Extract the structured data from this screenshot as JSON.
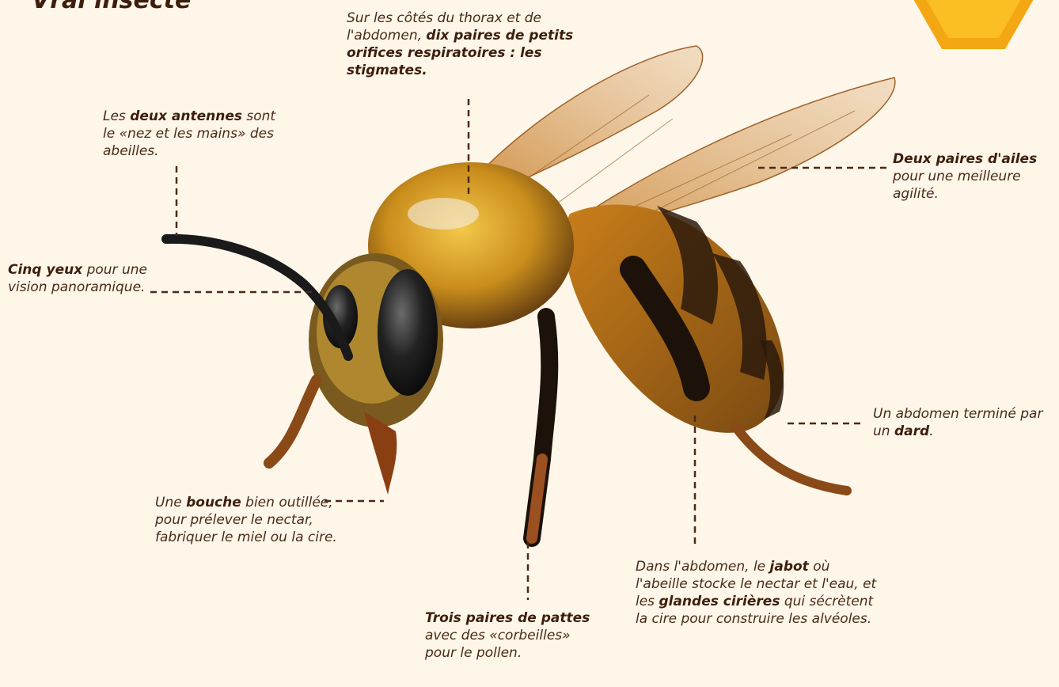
{
  "page": {
    "title_fragment": "Vrai insecte"
  },
  "colors": {
    "background": "#fdf6e9",
    "text": "#4a2a17",
    "leader": "#4a2a17",
    "hexagon": "#f3a712",
    "hexagon_inner": "#fbbf24"
  },
  "annotations": {
    "stigmates": {
      "pre": "Sur les côtés du thorax et de l'abdomen, ",
      "bold": "dix paires de petits orifices respiratoires : les stigmates.",
      "post": ""
    },
    "antennes": {
      "pre": "Les ",
      "bold": "deux antennes",
      "post": " sont le «nez et les mains» des abeilles."
    },
    "ailes": {
      "pre": "",
      "bold": "Deux paires d'ailes",
      "post": " pour une meilleure agilité."
    },
    "yeux": {
      "pre": "",
      "bold": "Cinq yeux",
      "post": " pour une vision panoramique."
    },
    "dard": {
      "pre": "Un abdomen terminé par un ",
      "bold": "dard",
      "post": "."
    },
    "bouche": {
      "pre": "Une ",
      "bold": "bouche",
      "post": " bien outillée, pour prélever le nectar, fabriquer le miel ou la cire."
    },
    "jabot": {
      "pre": "Dans l'abdomen, le ",
      "bold": "jabot",
      "mid": " où l'abeille stocke le nectar et l'eau, et les ",
      "bold2": "glandes cirières",
      "post": " qui sécrètent la cire pour construire les alvéoles."
    },
    "pattes": {
      "pre": "",
      "bold": "Trois paires de pattes",
      "post": " avec des «corbeilles» pour le pollen."
    }
  }
}
